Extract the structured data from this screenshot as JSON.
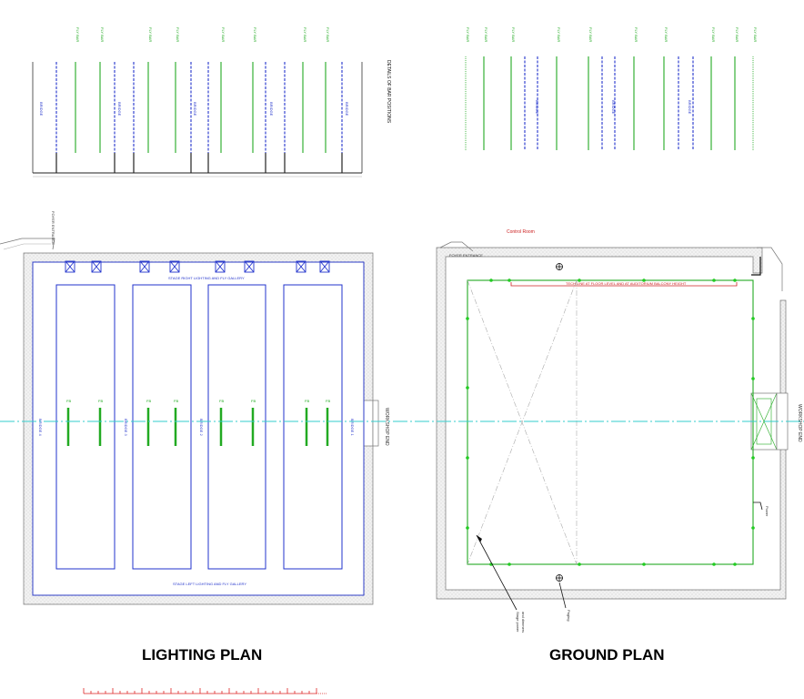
{
  "lighting_plan": {
    "title": "LIGHTING PLAN",
    "stage_right_label": "STAGE RIGHT LIGHTING AND FLY GALLERY",
    "stage_left_label": "STAGE LEFT LIGHTING AND FLY GALLERY",
    "foyer_label": "FOYER ENTRANCE",
    "workshop_label": "WORKSHOP END",
    "bridge_labels": [
      "BRIDGE 4",
      "BRIDGE 3",
      "BRIDGE 2",
      "BRIDGE 1"
    ]
  },
  "ground_plan": {
    "title": "GROUND PLAN",
    "control_room_label": "Control Room",
    "foyer_label": "FOYER ENTRANCE",
    "workshop_label": "WORKSHOP END",
    "tech_line_label": "TECH LINE AT FLOOR LEVEL AND AT AUDITORIUM BALCONY HEIGHT"
  },
  "section": {
    "note_label": "DETAILS OF BAR POSITIONS"
  },
  "colors": {
    "structure": "#888888",
    "blue_line": "#2222cc",
    "green_line": "#22aa22",
    "centre_line": "#33cccc",
    "red_line": "#cc2222",
    "scale_bar": "#dd2222"
  }
}
